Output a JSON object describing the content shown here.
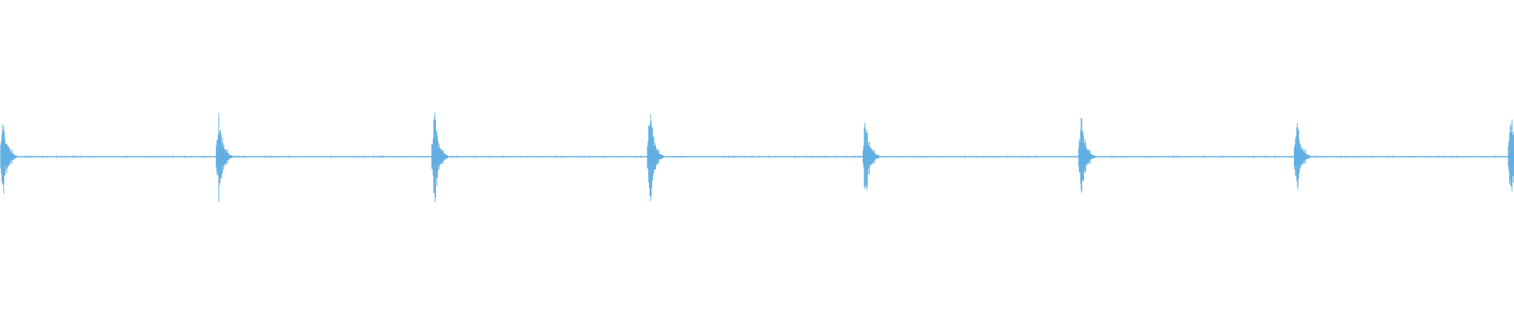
{
  "waveform": {
    "color": "#5dade2",
    "background": "#ffffff",
    "bursts": [
      {
        "time": 0.0,
        "amplitude": 0.16
      },
      {
        "time": 0.143,
        "amplitude": 0.17
      },
      {
        "time": 0.286,
        "amplitude": 0.19
      },
      {
        "time": 0.429,
        "amplitude": 0.2
      },
      {
        "time": 0.572,
        "amplitude": 0.17
      },
      {
        "time": 0.715,
        "amplitude": 0.18
      },
      {
        "time": 0.858,
        "amplitude": 0.15
      },
      {
        "time": 1.0,
        "amplitude": 0.19
      }
    ]
  }
}
